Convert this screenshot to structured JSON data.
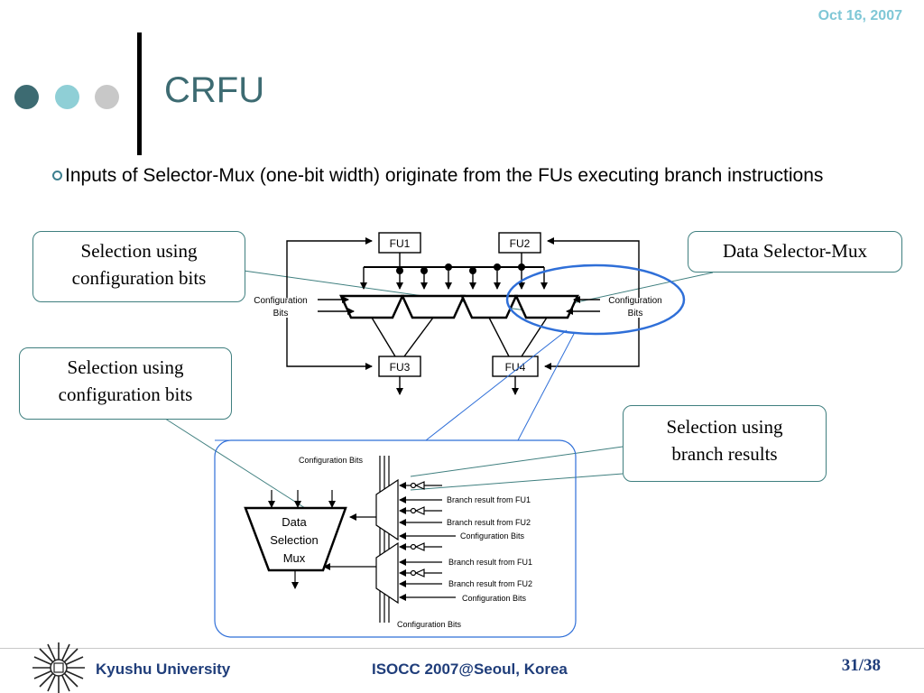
{
  "header": {
    "date": "Oct 16, 2007",
    "title": "CRFU"
  },
  "bullet": "Inputs of Selector-Mux (one-bit width) originate from the FUs executing  branch instructions",
  "callouts": {
    "selection_config_1": "Selection using configuration bits",
    "selection_config_2": "Selection using configuration bits",
    "data_selector_mux": "Data Selector-Mux",
    "selection_branch": "Selection using branch results"
  },
  "top_diagram": {
    "fu1": "FU1",
    "fu2": "FU2",
    "fu3": "FU3",
    "fu4": "FU4",
    "config_left_1": "Configuration",
    "config_left_2": "Bits",
    "config_right_1": "Configuration",
    "config_right_2": "Bits"
  },
  "detail_diagram": {
    "config_top": "Configuration  Bits",
    "mux_label_1": "Data",
    "mux_label_2": "Selection",
    "mux_label_3": "Mux",
    "upper_br_fu1": "Branch result from FU1",
    "upper_br_fu2": "Branch result from FU2",
    "upper_config": "Configuration Bits",
    "lower_br_fu1": "Branch result from FU1",
    "lower_br_fu2": "Branch result from FU2",
    "lower_config": "Configuration Bits",
    "config_bottom": "Configuration  Bits"
  },
  "footer": {
    "university": "Kyushu University",
    "conference": "ISOCC 2007@Seoul, Korea",
    "page": "31/38"
  },
  "colors": {
    "accent_dark": "#3d6b72",
    "accent_light": "#8fcfd6",
    "dot_gray": "#c8c8c8",
    "ellipse": "#2f6fd8",
    "footer_text": "#1f3d7a"
  }
}
